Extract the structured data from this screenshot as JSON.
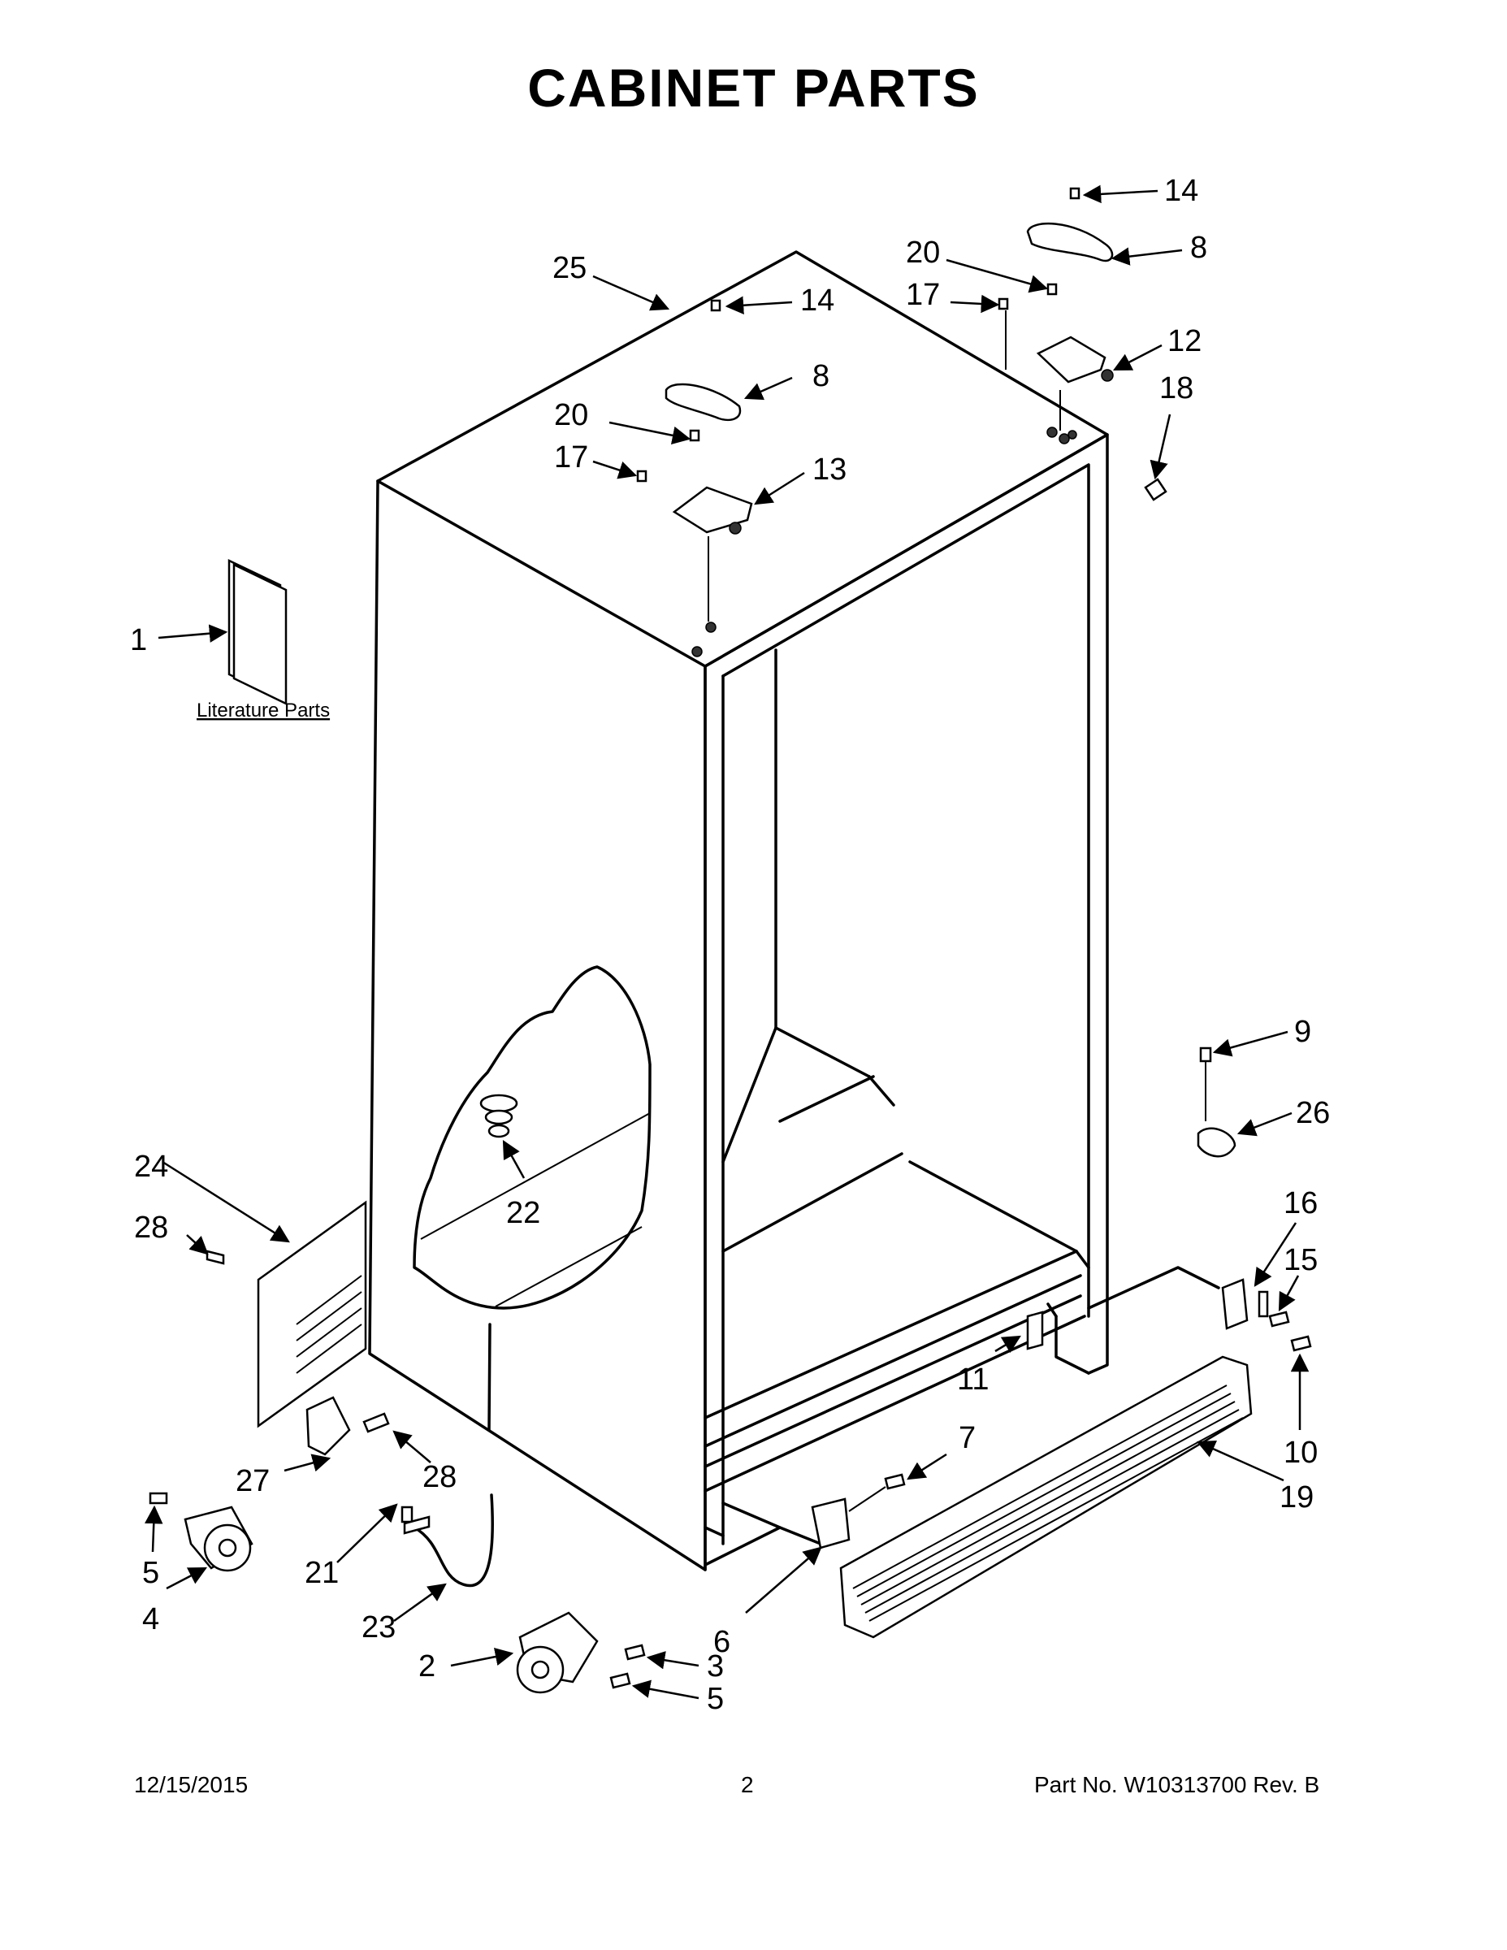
{
  "title": "CABINET PARTS",
  "literature_label": "Literature Parts",
  "callouts": {
    "c1": "1",
    "c2": "2",
    "c3": "3",
    "c4": "4",
    "c5a": "5",
    "c5b": "5",
    "c6": "6",
    "c7": "7",
    "c8a": "8",
    "c8b": "8",
    "c9": "9",
    "c10": "10",
    "c11": "11",
    "c12": "12",
    "c13": "13",
    "c14a": "14",
    "c14b": "14",
    "c15": "15",
    "c16": "16",
    "c17a": "17",
    "c17b": "17",
    "c18": "18",
    "c19": "19",
    "c20a": "20",
    "c20b": "20",
    "c21": "21",
    "c22": "22",
    "c23": "23",
    "c24": "24",
    "c25": "25",
    "c26": "26",
    "c27": "27",
    "c28a": "28",
    "c28b": "28"
  },
  "footer": {
    "date": "12/15/2015",
    "page": "2",
    "part_no": "Part No.  W10313700  Rev.  B"
  }
}
